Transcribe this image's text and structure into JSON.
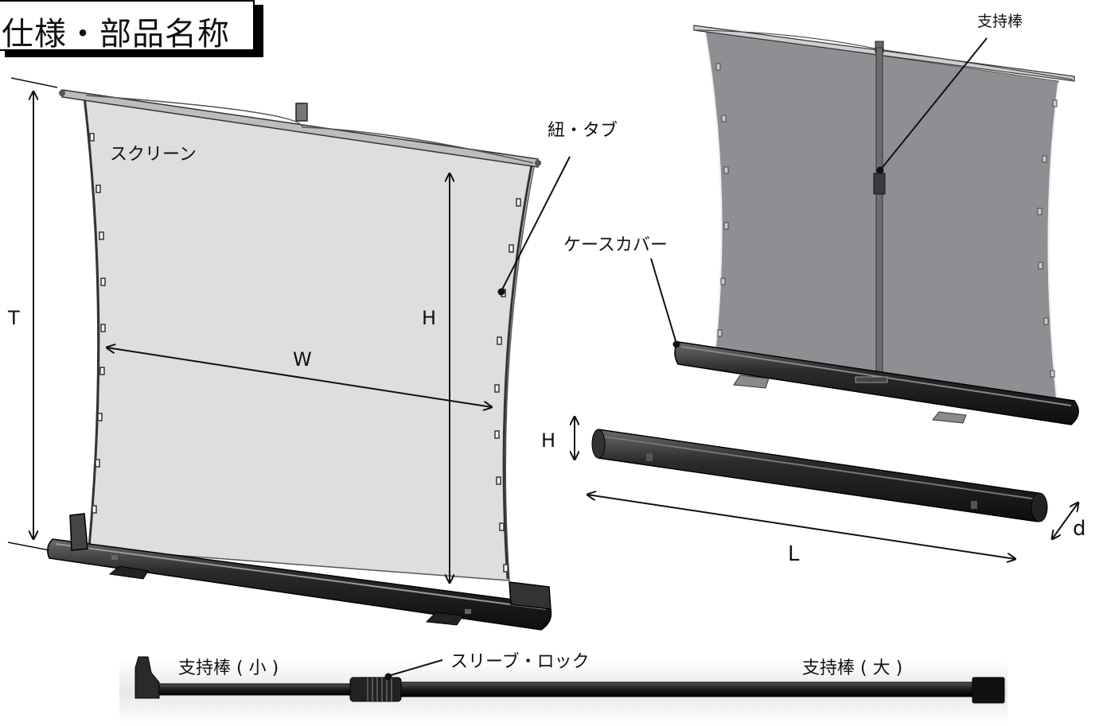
{
  "title": "仕様・部品名称",
  "labels": {
    "screen": "スクリーン",
    "string_tab": "紐・タブ",
    "support_bar_top": "支持棒",
    "case_cover": "ケースカバー",
    "sleeve_lock": "スリーブ・ロック",
    "support_small": "支持棒 ( 小 )",
    "support_large": "支持棒 ( 大 )"
  },
  "dimensions": {
    "T": "T",
    "H_screen": "H",
    "W": "W",
    "H_case": "H",
    "L": "L",
    "d": "d"
  }
}
